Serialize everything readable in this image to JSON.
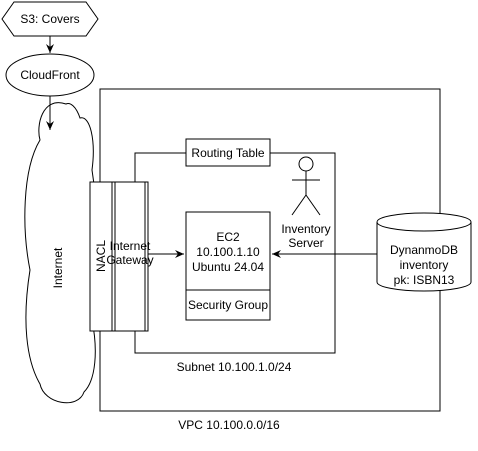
{
  "nodes": {
    "s3": {
      "label": "S3: Covers"
    },
    "cloudfront": {
      "label": "CloudFront"
    },
    "internet": {
      "label": "Internet"
    },
    "vpc": {
      "label": "VPC 10.100.0.0/16"
    },
    "subnet": {
      "label": "Subnet 10.100.1.0/24"
    },
    "nacl": {
      "label": "NACL"
    },
    "gateway": {
      "line1": "Internet",
      "line2": "Gateway"
    },
    "routing_table": {
      "label": "Routing Table"
    },
    "ec2": {
      "line1": "EC2",
      "line2": "10.100.1.10",
      "line3": "Ubuntu 24.04"
    },
    "security_group": {
      "label": "Security Group"
    },
    "inventory_server": {
      "line1": "Inventory",
      "line2": "Server"
    },
    "dynamodb": {
      "line1": "DynanmoDB",
      "line2": "inventory",
      "line3": "pk: ISBN13"
    }
  },
  "edges": [
    {
      "from": "s3",
      "to": "cloudfront"
    },
    {
      "from": "cloudfront",
      "to": "internet"
    },
    {
      "from": "gateway",
      "to": "ec2"
    },
    {
      "from": "dynamodb",
      "to": "ec2"
    }
  ]
}
